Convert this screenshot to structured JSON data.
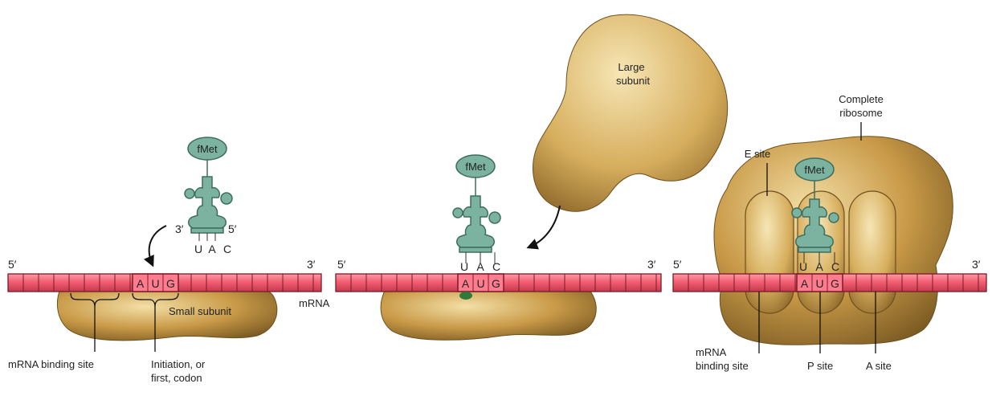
{
  "colors": {
    "mrna_fill": "#f05a6e",
    "mrna_highlight": "#ff8b99",
    "mrna_line": "#7a1a28",
    "ribosome_fill": "#c99a48",
    "ribosome_light": "#efd79a",
    "ribosome_dark": "#7a5a22",
    "trna_fill": "#7bb2a0",
    "trna_stroke": "#3e6e60",
    "anchor": "#2f7a3a"
  },
  "panel1": {
    "five_prime": "5′",
    "three_prime": "3′",
    "trna": {
      "amino_acid": "fMet",
      "end3": "3′",
      "end5": "5′",
      "anticodon": [
        "U",
        "A",
        "C"
      ]
    },
    "codon": [
      "A",
      "U",
      "G"
    ],
    "small_subunit_label": "Small subunit",
    "mrna_label": "mRNA",
    "binding_site_label": "mRNA binding site",
    "initiation_label_line1": "Initiation, or",
    "initiation_label_line2": "first, codon"
  },
  "panel2": {
    "five_prime": "5′",
    "three_prime": "3′",
    "trna": {
      "amino_acid": "fMet",
      "anticodon": [
        "U",
        "A",
        "C"
      ]
    },
    "codon": [
      "A",
      "U",
      "G"
    ],
    "large_subunit_line1": "Large",
    "large_subunit_line2": "subunit"
  },
  "panel3": {
    "five_prime": "5′",
    "three_prime": "3′",
    "trna": {
      "amino_acid": "fMet",
      "anticodon": [
        "U",
        "A",
        "C"
      ]
    },
    "codon": [
      "A",
      "U",
      "G"
    ],
    "complete_line1": "Complete",
    "complete_line2": "ribosome",
    "e_site_label": "E site",
    "p_site_label": "P site",
    "a_site_label": "A site",
    "binding_site_line1": "mRNA",
    "binding_site_line2": "binding site"
  }
}
